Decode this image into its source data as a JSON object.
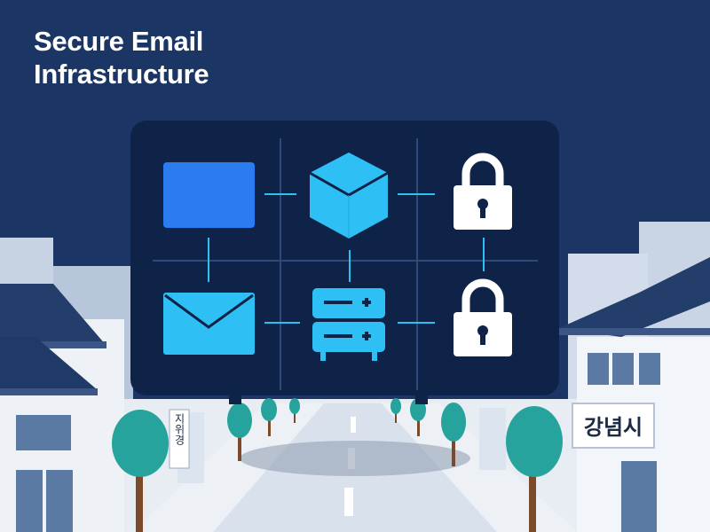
{
  "header": {
    "title_line1": "Secure Email",
    "title_line2": "Infrastructure"
  },
  "signs": {
    "left_vertical": "지위경",
    "right": "강념시"
  },
  "icons": {
    "panel": [
      "square-icon",
      "cube-icon",
      "lock-icon",
      "mail-icon",
      "server-icon",
      "lock-icon"
    ]
  },
  "colors": {
    "sky": "#1b3564",
    "panel": "#0f2248",
    "accent_blue": "#2a7cf0",
    "accent_cyan": "#2ec0f5",
    "tree": "#25a39c",
    "road": "#dbe3ee"
  }
}
